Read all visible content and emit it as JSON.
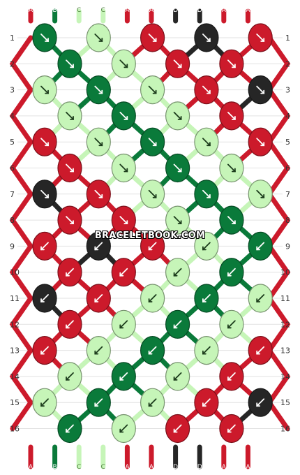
{
  "colors": {
    "A": "#cc1a2b",
    "B": "#0a7a3a",
    "C": "#c6f5b8",
    "D": "#262626"
  },
  "strands": [
    "A",
    "B",
    "C",
    "C",
    "A",
    "A",
    "D",
    "D",
    "A",
    "A"
  ],
  "row_labels": [
    "1",
    "2",
    "3",
    "4",
    "5",
    "6",
    "7",
    "8",
    "9",
    "10",
    "11",
    "12",
    "13",
    "14",
    "15",
    "16"
  ],
  "knots": [
    [
      "B",
      "C",
      "A",
      "D",
      "A"
    ],
    [
      "B",
      "C",
      "A",
      "A"
    ],
    [
      "C",
      "B",
      "C",
      "A",
      "D"
    ],
    [
      "C",
      "B",
      "C",
      "A"
    ],
    [
      "A",
      "C",
      "B",
      "C",
      "A"
    ],
    [
      "A",
      "C",
      "B",
      "C"
    ],
    [
      "D",
      "A",
      "C",
      "B",
      "C"
    ],
    [
      "A",
      "A",
      "C",
      "B"
    ],
    [
      "A",
      "D",
      "A",
      "C",
      "B"
    ],
    [
      "A",
      "A",
      "C",
      "B"
    ],
    [
      "D",
      "A",
      "C",
      "B",
      "C"
    ],
    [
      "A",
      "C",
      "B",
      "C"
    ],
    [
      "A",
      "C",
      "B",
      "C",
      "A"
    ],
    [
      "C",
      "B",
      "C",
      "A"
    ],
    [
      "C",
      "B",
      "C",
      "A",
      "D"
    ],
    [
      "B",
      "C",
      "A",
      "A"
    ]
  ],
  "watermark": "BRACELETBOOK.COM"
}
